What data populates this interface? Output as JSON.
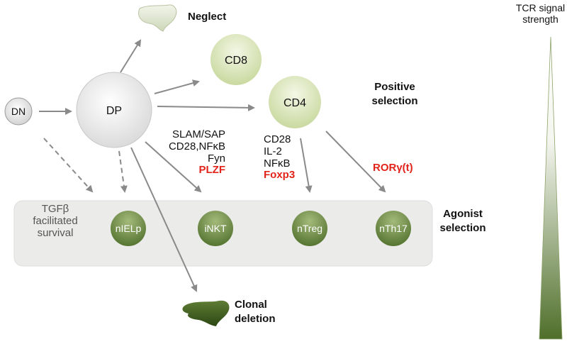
{
  "cells": {
    "dn": "DN",
    "dp": "DP",
    "cd8": "CD8",
    "cd4": "CD4",
    "nielp": "nIELp",
    "inkt": "iNKT",
    "ntreg": "nTreg",
    "nth17": "nTh17"
  },
  "outcomes": {
    "neglect": "Neglect",
    "positive_selection": [
      "Positive",
      "selection"
    ],
    "agonist_selection": [
      "Agonist",
      "selection"
    ],
    "clonal_deletion": [
      "Clonal",
      "deletion"
    ]
  },
  "tgf_box": [
    "TGFβ",
    "facilitated",
    "survival"
  ],
  "inkt_factors": {
    "plain": [
      "SLAM/SAP",
      "CD28,NFκB",
      "Fyn"
    ],
    "highlight": "PLZF"
  },
  "treg_factors": {
    "plain": [
      "CD28",
      "IL-2",
      "NFκB"
    ],
    "highlight": "Foxp3"
  },
  "th17_factor": "RORγ(t)",
  "tcr_scale": [
    "TCR signal",
    "strength"
  ],
  "colors": {
    "highlight_red": "#e2231a",
    "green_dark": "#5a7a33",
    "green_light": "#d9e6b6",
    "arrow_grey": "#8a8a8a",
    "band_grey": "#ebebea"
  }
}
